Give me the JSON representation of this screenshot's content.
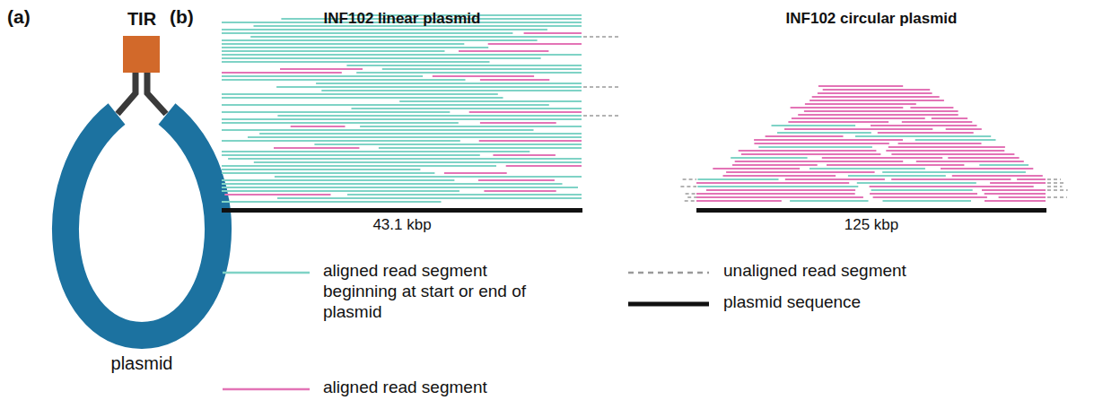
{
  "diagram": {
    "labels": [
      "(a)",
      "TIR",
      "plasmid",
      "(b)",
      "INF102 linear plasmid",
      "INF102 circular plasmid",
      "43.1 kbp",
      "125 kbp"
    ],
    "legend": [
      {
        "text": "aligned read segment beginning at start or end of plasmid"
      },
      {
        "text": "aligned read segment"
      },
      {
        "text": "unaligned read segment"
      },
      {
        "text": "plasmid sequence"
      }
    ]
  }
}
